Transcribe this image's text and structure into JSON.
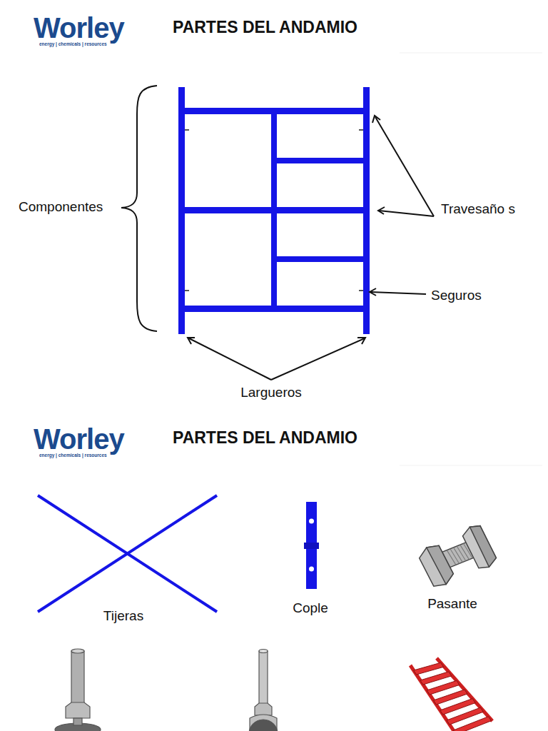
{
  "diagram": {
    "title": "PARTES DEL ANDAMIO",
    "labels": [
      "Worley",
      "energy | chemicals | resources",
      "Componentes",
      "Travesaño s",
      "Seguros",
      "Largueros",
      "Worley",
      "energy | chemicals | resources",
      "PARTES DEL ANDAMIO",
      "Tijeras",
      "Cople",
      "Pasante"
    ]
  }
}
